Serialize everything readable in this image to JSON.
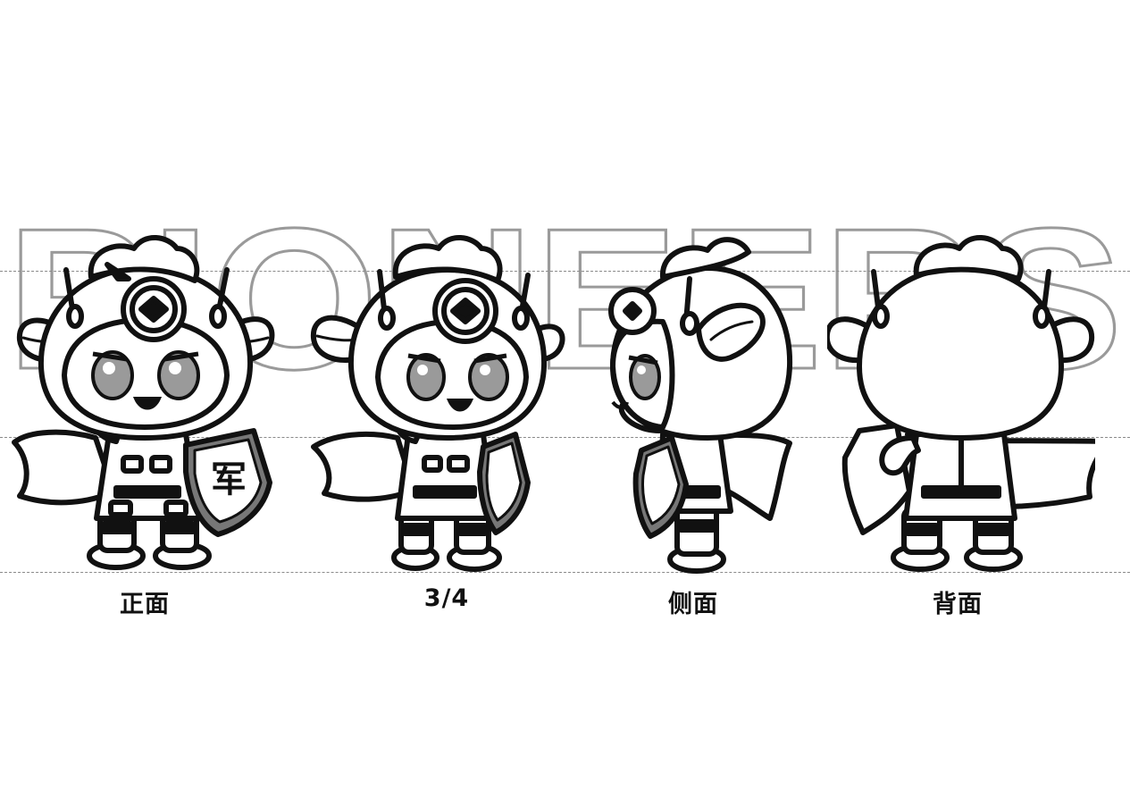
{
  "background_word": "PIONEERS",
  "colors": {
    "ink": "#111111",
    "paper": "#ffffff",
    "guide": "#8a8a8a",
    "watermark_stroke": "#9a9a9a"
  },
  "views": [
    {
      "id": "front",
      "label": "正面"
    },
    {
      "id": "three-quarter",
      "label": "3/4"
    },
    {
      "id": "side",
      "label": "侧面"
    },
    {
      "id": "back",
      "label": "背面"
    }
  ],
  "shield_glyph": "军"
}
